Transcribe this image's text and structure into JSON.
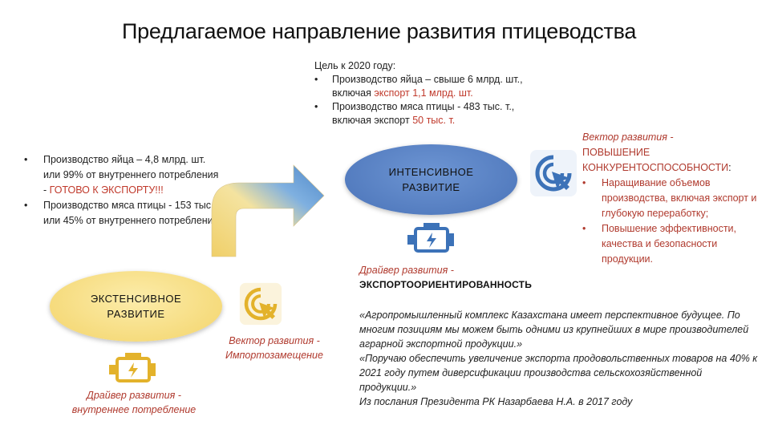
{
  "title": "Предлагаемое направление развития птицеводства",
  "goal": {
    "heading": "Цель к 2020 году:",
    "item1_line1": "Производство яйца – свыше 6 млрд. шт.,",
    "item1_pre": "включая ",
    "item1_red": "экспорт 1,1 млрд. шт.",
    "item2_line1": "Производство мяса птицы - 483 тыс. т.,",
    "item2_pre": "включая экспорт ",
    "item2_red": "50 тыс. т."
  },
  "left_list": {
    "item1_pre": "Производство яйца – 4,8 млрд. шт. или 99% от внутреннего потребления - ",
    "item1_red": "ГОТОВО К ЭКСПОРТУ!!!",
    "item2": "Производство мяса птицы - 153 тыс. т. или 45% от внутреннего потребления"
  },
  "right_list": {
    "head_italic": "Вектор развития - ",
    "head_line2": "ПОВЫШЕНИЕ",
    "head_line3": "КОНКУРЕНТОСПОСОБНОСТИ",
    "head_colon": ":",
    "item1": "Наращивание объемов производства, включая экспорт и глубокую переработку;",
    "item2": "Повышение эффективности, качества и безопасности продукции."
  },
  "intensive": {
    "label": "ИНТЕНСИВНОЕ\nРАЗВИТИЕ"
  },
  "extensive": {
    "label": "ЭКСТЕНСИВНОЕ\nРАЗВИТИЕ"
  },
  "driver_export": {
    "label": "Драйвер развития - ",
    "name": "ЭКСПОРТООРИЕНТИРОВАННОСТЬ"
  },
  "vector_import": {
    "line1": "Вектор развития - ",
    "line2": "Импортозамещение"
  },
  "driver_internal": {
    "line1": "Драйвер развития - ",
    "line2": "внутреннее потребление"
  },
  "quotes": {
    "q1": "«Агропромышленный комплекс Казахстана имеет перспективное будущее. По многим позициям мы можем быть одними из крупнейших в мире производителей аграрной экспортной продукции.»",
    "q2": "«Поручаю обеспечить увеличение экспорта продовольственных товаров на 40% к 2021 году путем диверсификации производства сельскохозяйственной продукции.»",
    "source": "Из послания Президента РК Назарбаева Н.А. в 2017 году"
  },
  "colors": {
    "red_text": "#c0392b",
    "blue_ellipse": "#4a73b8",
    "yellow_ellipse": "#f3d46a",
    "icon_yellow": "#e3b22b",
    "icon_blue": "#3c72b8",
    "arrow_blue": "#4f88c9",
    "arrow_yellow": "#f0cf68"
  },
  "icons": [
    "cursor-target-icon",
    "engine-icon"
  ]
}
